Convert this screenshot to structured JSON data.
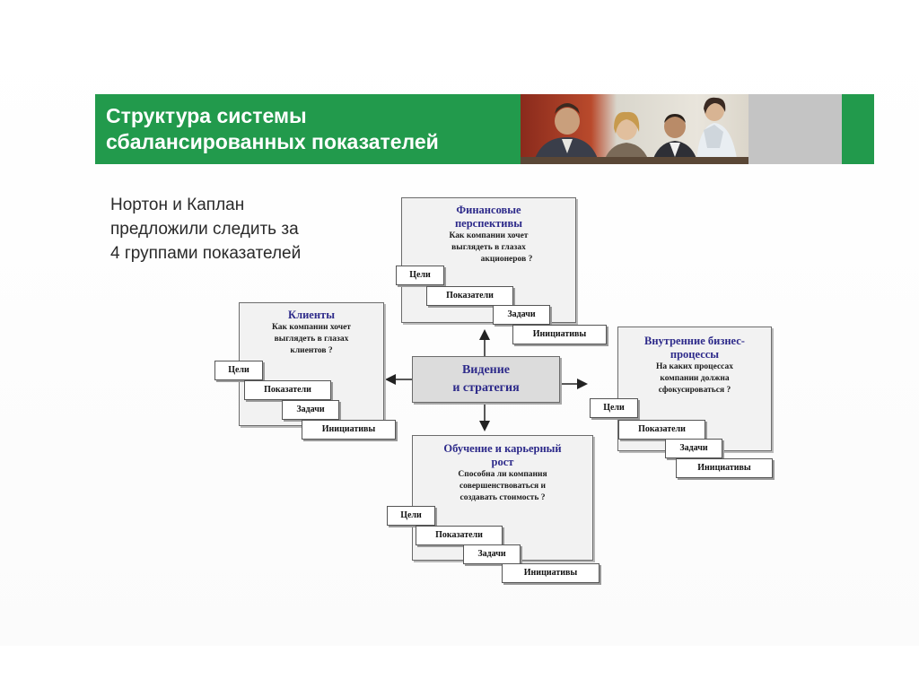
{
  "header": {
    "title_line1": "Структура системы",
    "title_line2": "сбалансированных показателей",
    "accent_color": "#229a4c"
  },
  "intro": {
    "line1": "Нортон и Каплан",
    "line2": "предложили следить за",
    "line3": "4 группами показателей"
  },
  "center": {
    "line1": "Видение",
    "line2": "и стратегия"
  },
  "panels": {
    "finance": {
      "title1": "Финансовые",
      "title2": "перспективы",
      "q1": "Как компании хочет",
      "q2": "выглядеть в глазах",
      "q3": "акционеров ?",
      "tags": [
        "Цели",
        "Показатели",
        "Задачи",
        "Инициативы"
      ]
    },
    "clients": {
      "title1": "Клиенты",
      "q1": "Как компании хочет",
      "q2": "выглядеть в глазах",
      "q3": "клиентов ?",
      "tags": [
        "Цели",
        "Показатели",
        "Задачи",
        "Инициативы"
      ]
    },
    "internal": {
      "title1": "Внутренние бизнес-",
      "title2": "процессы",
      "q1": "На каких процессах",
      "q2": "компании должна",
      "q3": "сфокусироваться ?",
      "tags": [
        "Цели",
        "Показатели",
        "Задачи",
        "Инициативы"
      ]
    },
    "learning": {
      "title1": "Обучение и карьерный",
      "title2": "рост",
      "q1": "Способна ли компания",
      "q2": "совершенствоваться и",
      "q3": "создавать стоимость ?",
      "tags": [
        "Цели",
        "Показатели",
        "Задачи",
        "Инициативы"
      ]
    }
  }
}
